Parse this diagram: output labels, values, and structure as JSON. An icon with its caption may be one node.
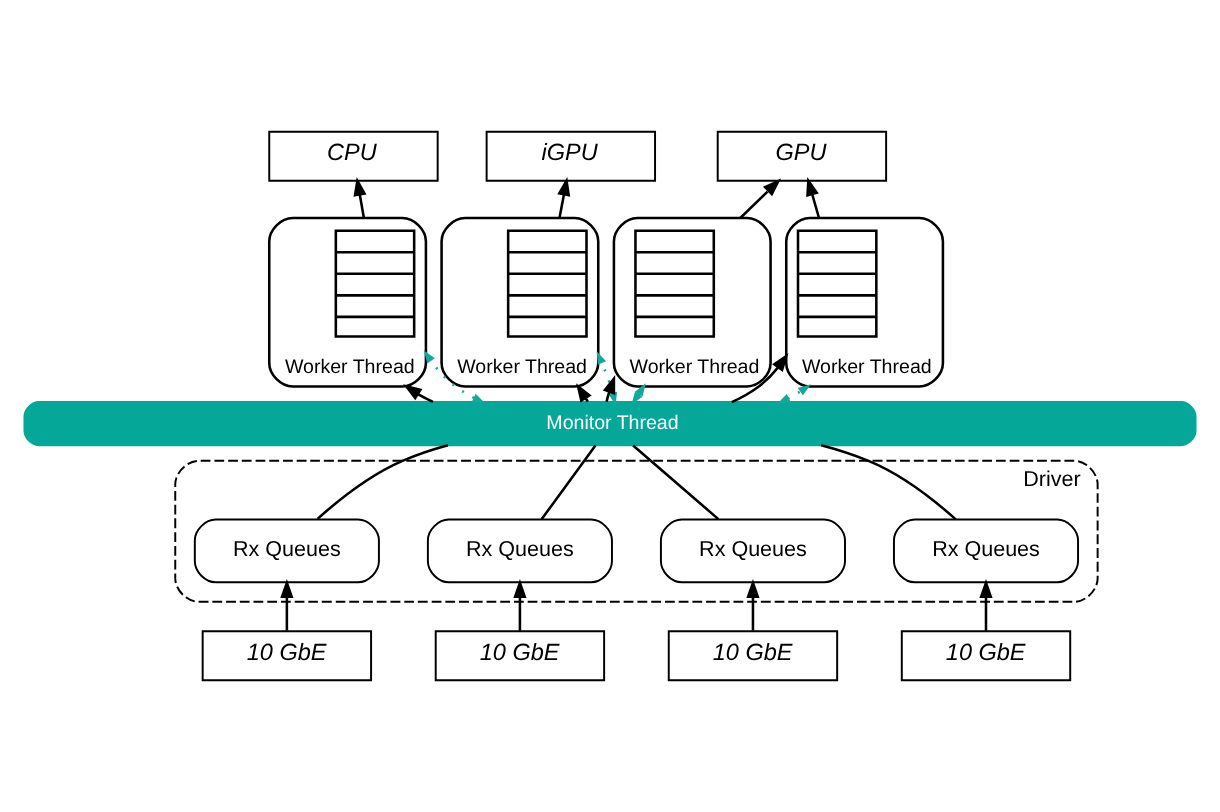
{
  "diagram": {
    "nodes": [
      {
        "text": [
          "CPU"
        ]
      },
      {
        "text": [
          "iGPU"
        ]
      },
      {
        "text": [
          "GPU"
        ]
      },
      {
        "text": [
          "Worker Thread"
        ]
      },
      {
        "text": [],
        "shape": "box",
        "in": 3
      },
      {
        "text": [
          "Worker Thread"
        ]
      },
      {
        "text": [],
        "shape": "box",
        "in": 5
      },
      {
        "text": [
          "Worker Thread"
        ]
      },
      {
        "text": [],
        "shape": "box",
        "in": 7
      },
      {
        "text": [
          "Worker Thread"
        ]
      },
      {
        "text": [],
        "shape": "box",
        "in": 9
      },
      {
        "text": [
          "Monitor Thread"
        ]
      },
      {
        "text": [
          "Driver"
        ]
      },
      {
        "text": [
          "Rx Queues"
        ],
        "in": 12
      },
      {
        "text": [
          "Rx Queues"
        ],
        "in": 12
      },
      {
        "text": [
          "Rx Queues"
        ],
        "in": 12
      },
      {
        "text": [
          "Rx Queues"
        ],
        "in": 12
      },
      {
        "text": [
          "10 GbE"
        ]
      },
      {
        "text": [
          "10 GbE"
        ]
      },
      {
        "text": [
          "10 GbE"
        ]
      },
      {
        "text": [
          "10 GbE"
        ]
      }
    ],
    "edges": [
      {
        "from": 17,
        "to": 13,
        "arrow": "to"
      },
      {
        "from": 18,
        "to": 14,
        "arrow": "to"
      },
      {
        "from": 19,
        "to": 15,
        "arrow": "to"
      },
      {
        "from": 20,
        "to": 16,
        "arrow": "to"
      },
      {
        "from": 13,
        "to": 11,
        "arrow": "none"
      },
      {
        "from": 14,
        "to": 11,
        "arrow": "none"
      },
      {
        "from": 15,
        "to": 11,
        "arrow": "none"
      },
      {
        "from": 16,
        "to": 11,
        "arrow": "none"
      },
      {
        "from": 11,
        "to": 3,
        "arrow": "to"
      },
      {
        "from": 11,
        "to": 5,
        "arrow": "to"
      },
      {
        "from": 11,
        "to": 7,
        "arrow": "to"
      },
      {
        "from": 11,
        "to": 9,
        "arrow": "to"
      },
      {
        "from": 11,
        "to": 3,
        "arrow": "both",
        "style": "dashed",
        "color": "#14a89b"
      },
      {
        "from": 11,
        "to": 5,
        "arrow": "both",
        "style": "dashed",
        "color": "#14a89b"
      },
      {
        "from": 11,
        "to": 7,
        "arrow": "both",
        "style": "dashed",
        "color": "#14a89b"
      },
      {
        "from": 11,
        "to": 9,
        "arrow": "both",
        "style": "dashed",
        "color": "#14a89b"
      },
      {
        "from": 3,
        "to": 0,
        "arrow": "to"
      },
      {
        "from": 5,
        "to": 1,
        "arrow": "to"
      },
      {
        "from": 7,
        "to": 2,
        "arrow": "to"
      },
      {
        "from": 9,
        "to": 2,
        "arrow": "to"
      }
    ]
  }
}
